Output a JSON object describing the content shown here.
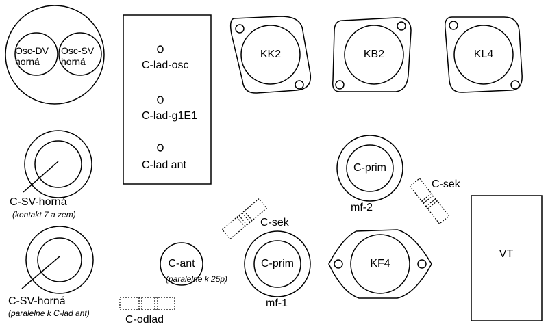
{
  "labels": {
    "osc_dv": [
      "Osc-DV",
      "horná"
    ],
    "osc_sv": [
      "Osc-SV",
      "horná"
    ],
    "c_lad_osc": "C-lad-osc",
    "c_lad_g1e1": "C-lad-g1E1",
    "c_lad_ant": "C-lad ant",
    "kk2": "KK2",
    "kb2": "KB2",
    "kl4": "KL4",
    "c_sv_horna_1": "C-SV-horná",
    "c_sv_horna_1_note": "(kontakt 7 a zem)",
    "c_sv_horna_2": "C-SV-horná",
    "c_sv_horna_2_note": "(paralelne k C-lad ant)",
    "c_prim_2": "C-prim",
    "mf_2": "mf-2",
    "c_sek_right": "C-sek",
    "c_sek_left": "C-sek",
    "c_ant": "C-ant",
    "c_ant_note": "(paralelne k 25p)",
    "c_prim_1": "C-prim",
    "mf_1": "mf-1",
    "kf4": "KF4",
    "vt": "VT",
    "c_odlad": "C-odlad"
  }
}
